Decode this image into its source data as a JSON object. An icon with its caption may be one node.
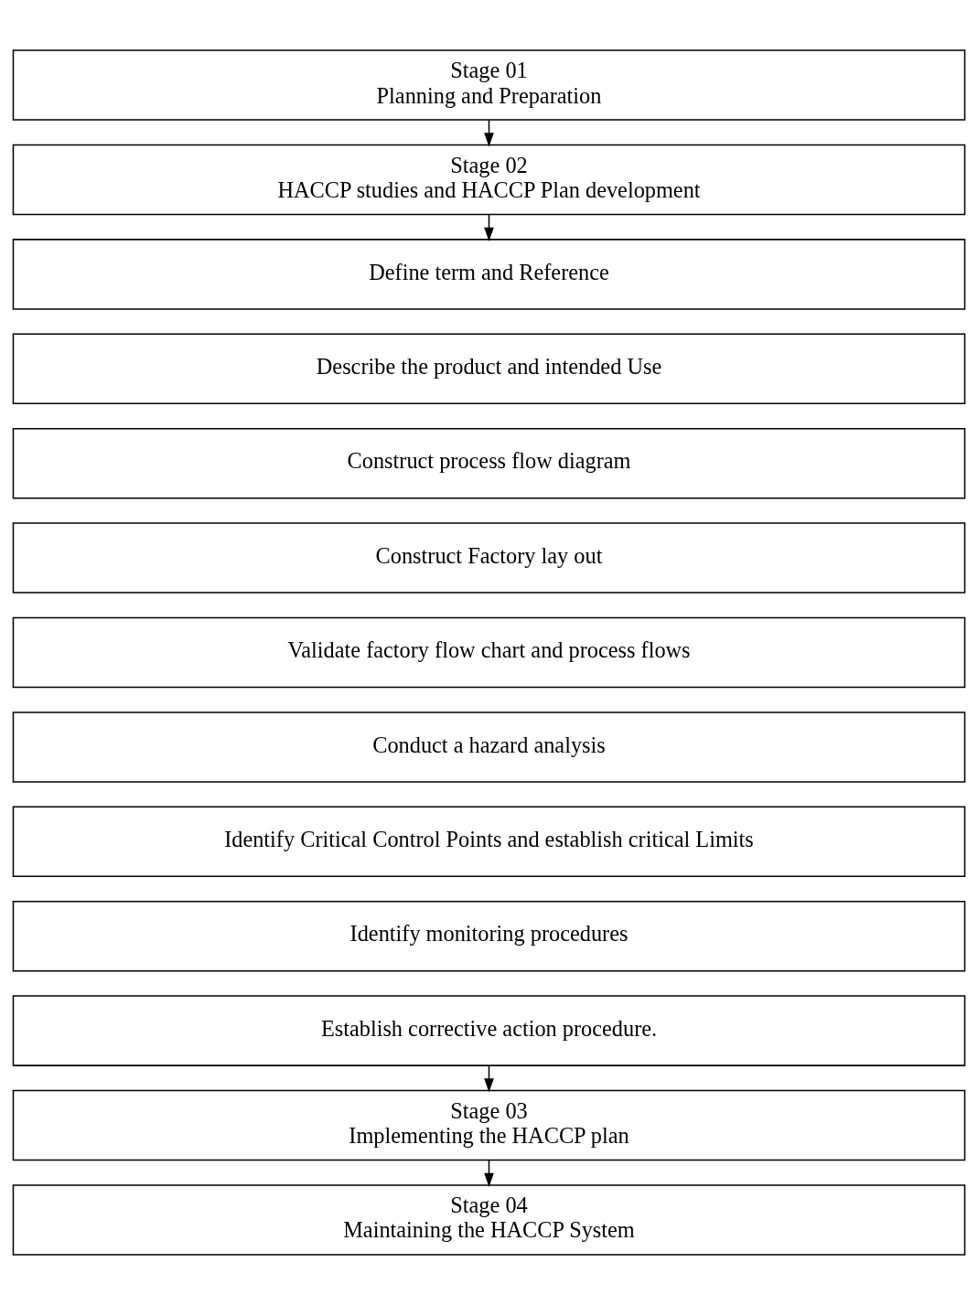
{
  "diagram": {
    "nodes": [
      {
        "text": [
          "Stage 01 Planning and Preparation"
        ]
      },
      {
        "text": [
          "Stage 02 HACCP studies and HACCP Plan development"
        ]
      },
      {
        "text": [
          "Define term and Reference"
        ]
      },
      {
        "text": [
          "Describe the product and intended Use"
        ]
      },
      {
        "text": [
          "Construct process flow diagram"
        ]
      },
      {
        "text": [
          "Construct Factory lay out"
        ]
      },
      {
        "text": [
          "Validate factory flow chart and process flows"
        ]
      },
      {
        "text": [
          "Conduct a hazard analysis"
        ]
      },
      {
        "text": [
          "Identify Critical Control Points and establish critical Limits"
        ]
      },
      {
        "text": [
          "Identify monitoring procedures"
        ]
      },
      {
        "text": [
          "Establish corrective action procedure."
        ]
      },
      {
        "text": [
          "Stage 03 Implementing the HACCP plan"
        ]
      },
      {
        "text": [
          "Stage 04 Maintaining the HACCP System"
        ]
      }
    ],
    "edges": [
      {
        "from": 0,
        "to": 1,
        "arrow": "to"
      },
      {
        "from": 1,
        "to": 2,
        "arrow": "to"
      },
      {
        "from": 10,
        "to": 11,
        "arrow": "to"
      },
      {
        "from": 11,
        "to": 12,
        "arrow": "to"
      }
    ]
  }
}
